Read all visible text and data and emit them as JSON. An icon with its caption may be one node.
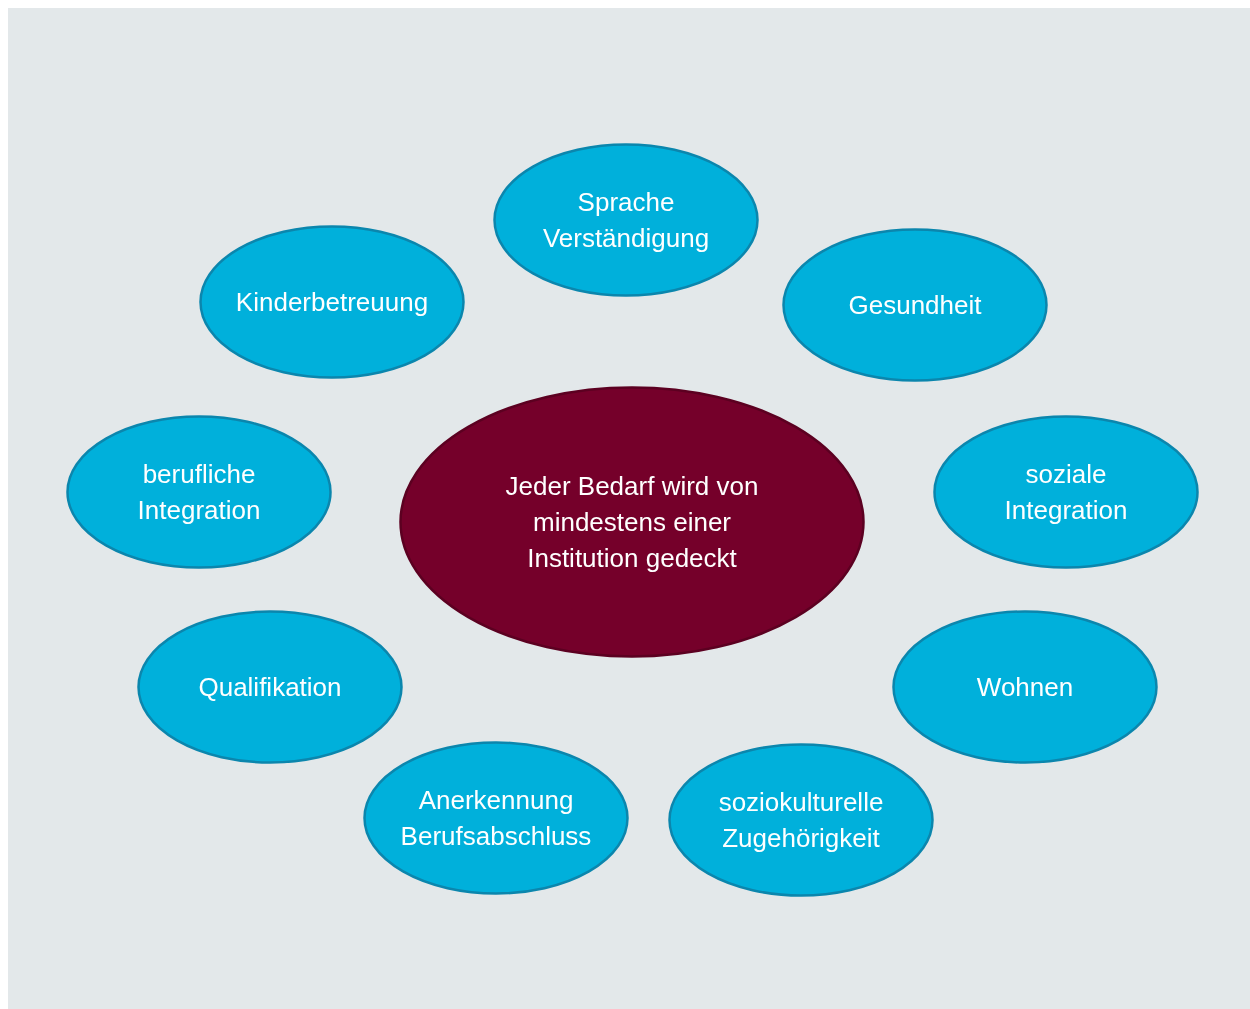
{
  "diagram": {
    "nodes": [
      {
        "text": [
          "Sprache Verständigung"
        ]
      },
      {
        "text": [
          "Kinderbetreuung"
        ]
      },
      {
        "text": [
          "Gesundheit"
        ]
      },
      {
        "text": [
          "berufliche Integration"
        ]
      },
      {
        "text": [
          "Jeder Bedarf wird von mindestens einer Institution gedeckt"
        ]
      },
      {
        "text": [
          "soziale Integration"
        ]
      },
      {
        "text": [
          "Qualifikation"
        ]
      },
      {
        "text": [
          "Wohnen"
        ]
      },
      {
        "text": [
          "Anerkennung Berufsabschluss"
        ]
      },
      {
        "text": [
          "soziokulturelle Zugehörigkeit"
        ]
      }
    ],
    "edges": []
  }
}
